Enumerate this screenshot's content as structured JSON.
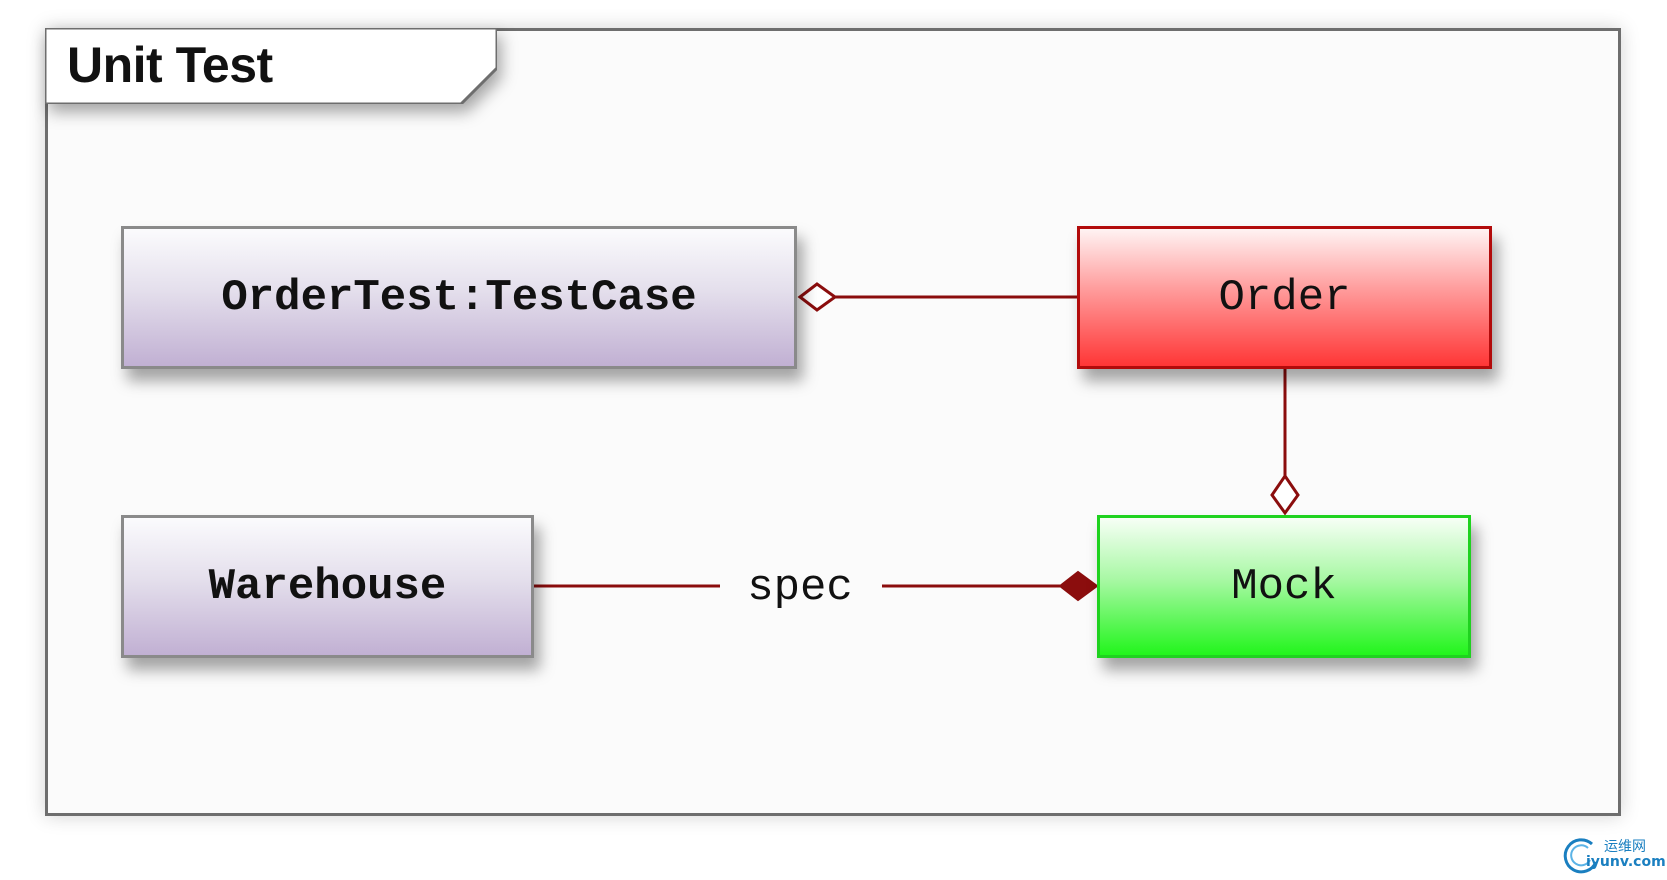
{
  "frame": {
    "title": "Unit Test"
  },
  "nodes": {
    "order_test": {
      "label": "OrderTest:TestCase"
    },
    "order": {
      "label": "Order"
    },
    "warehouse": {
      "label": "Warehouse"
    },
    "mock": {
      "label": "Mock"
    }
  },
  "edges": {
    "warehouse_mock": {
      "label": "spec"
    }
  },
  "colors": {
    "connector": "#8b0d0d",
    "order_fill": "#ff5a5a",
    "mock_fill": "#3cf536",
    "class_fill": "#d6cbe3"
  },
  "watermark": {
    "cn": "运维网",
    "en": "iyunv.com"
  }
}
